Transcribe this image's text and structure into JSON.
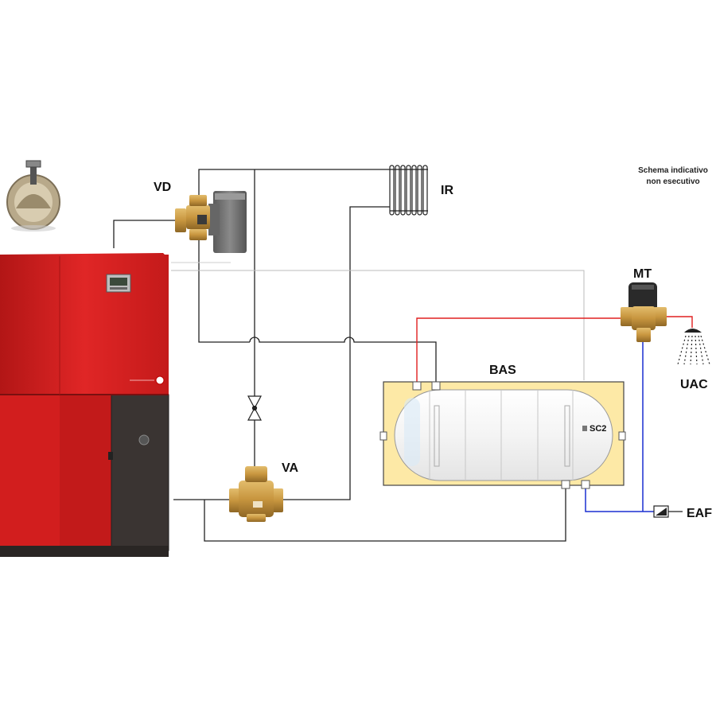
{
  "note": {
    "line1": "Schema indicativo",
    "line2": "non esecutivo"
  },
  "labels": {
    "vd": "VD",
    "ir": "IR",
    "mt": "MT",
    "bas": "BAS",
    "uac": "UAC",
    "sc2": "SC2",
    "va": "VA",
    "eaf": "EAF"
  },
  "colors": {
    "boiler_red": "#d81e1e",
    "boiler_dark": "#3a3432",
    "tank_insulation": "#fde9a6",
    "pipe": "#222222",
    "hot_pipe": "#e02020",
    "cold_pipe": "#1a2fd0",
    "brass": "#c89a45"
  },
  "icons": [
    "flue-damper-icon",
    "zone-valve-icon",
    "radiator-icon",
    "mixing-valve-icon",
    "shower-icon",
    "check-valve-icon",
    "ball-valve-icon",
    "diverter-valve-icon",
    "control-panel-icon"
  ]
}
